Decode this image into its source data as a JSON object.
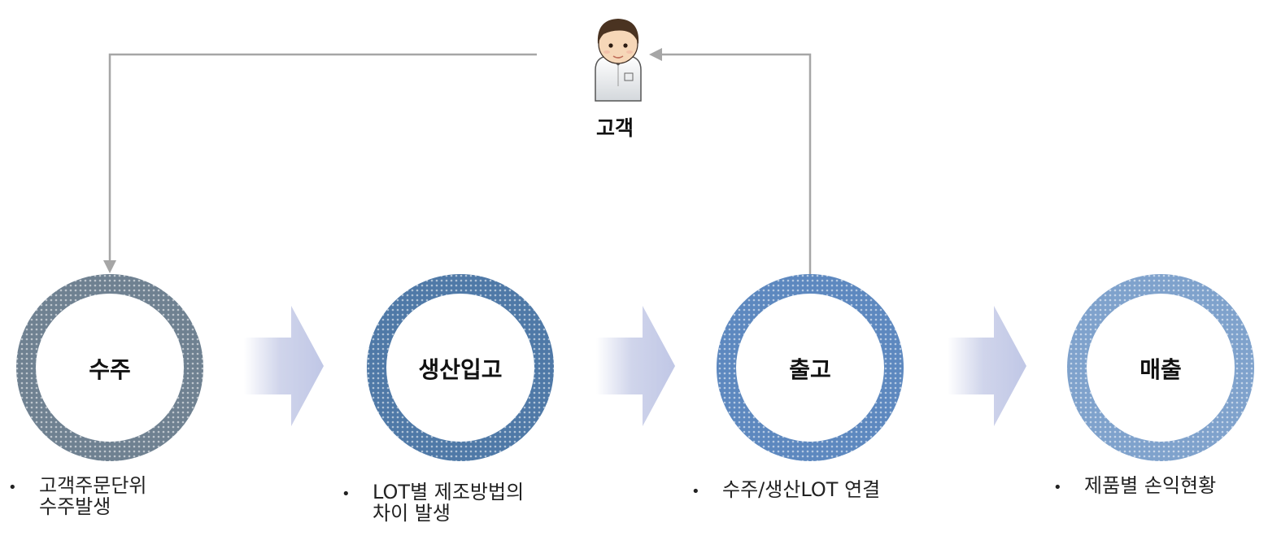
{
  "customer": {
    "label": "고객",
    "icon": "customer-person-icon"
  },
  "stages": [
    {
      "id": "order",
      "label": "수주",
      "note": "고객주문단위\n수주발생",
      "color": "#6f8191"
    },
    {
      "id": "production",
      "label": "생산입고",
      "note": "LOT별 제조방법의\n차이 발생",
      "color": "#4f79a7"
    },
    {
      "id": "shipment",
      "label": "출고",
      "note": "수주/생산LOT 연결",
      "color": "#5d88bf"
    },
    {
      "id": "sales",
      "label": "매출",
      "note": "제품별 손익현황",
      "color": "#7fa2cc"
    }
  ],
  "bullet": "•",
  "colors": {
    "arrow_fill": "#c4cae6",
    "connector": "#a6a6a6"
  }
}
